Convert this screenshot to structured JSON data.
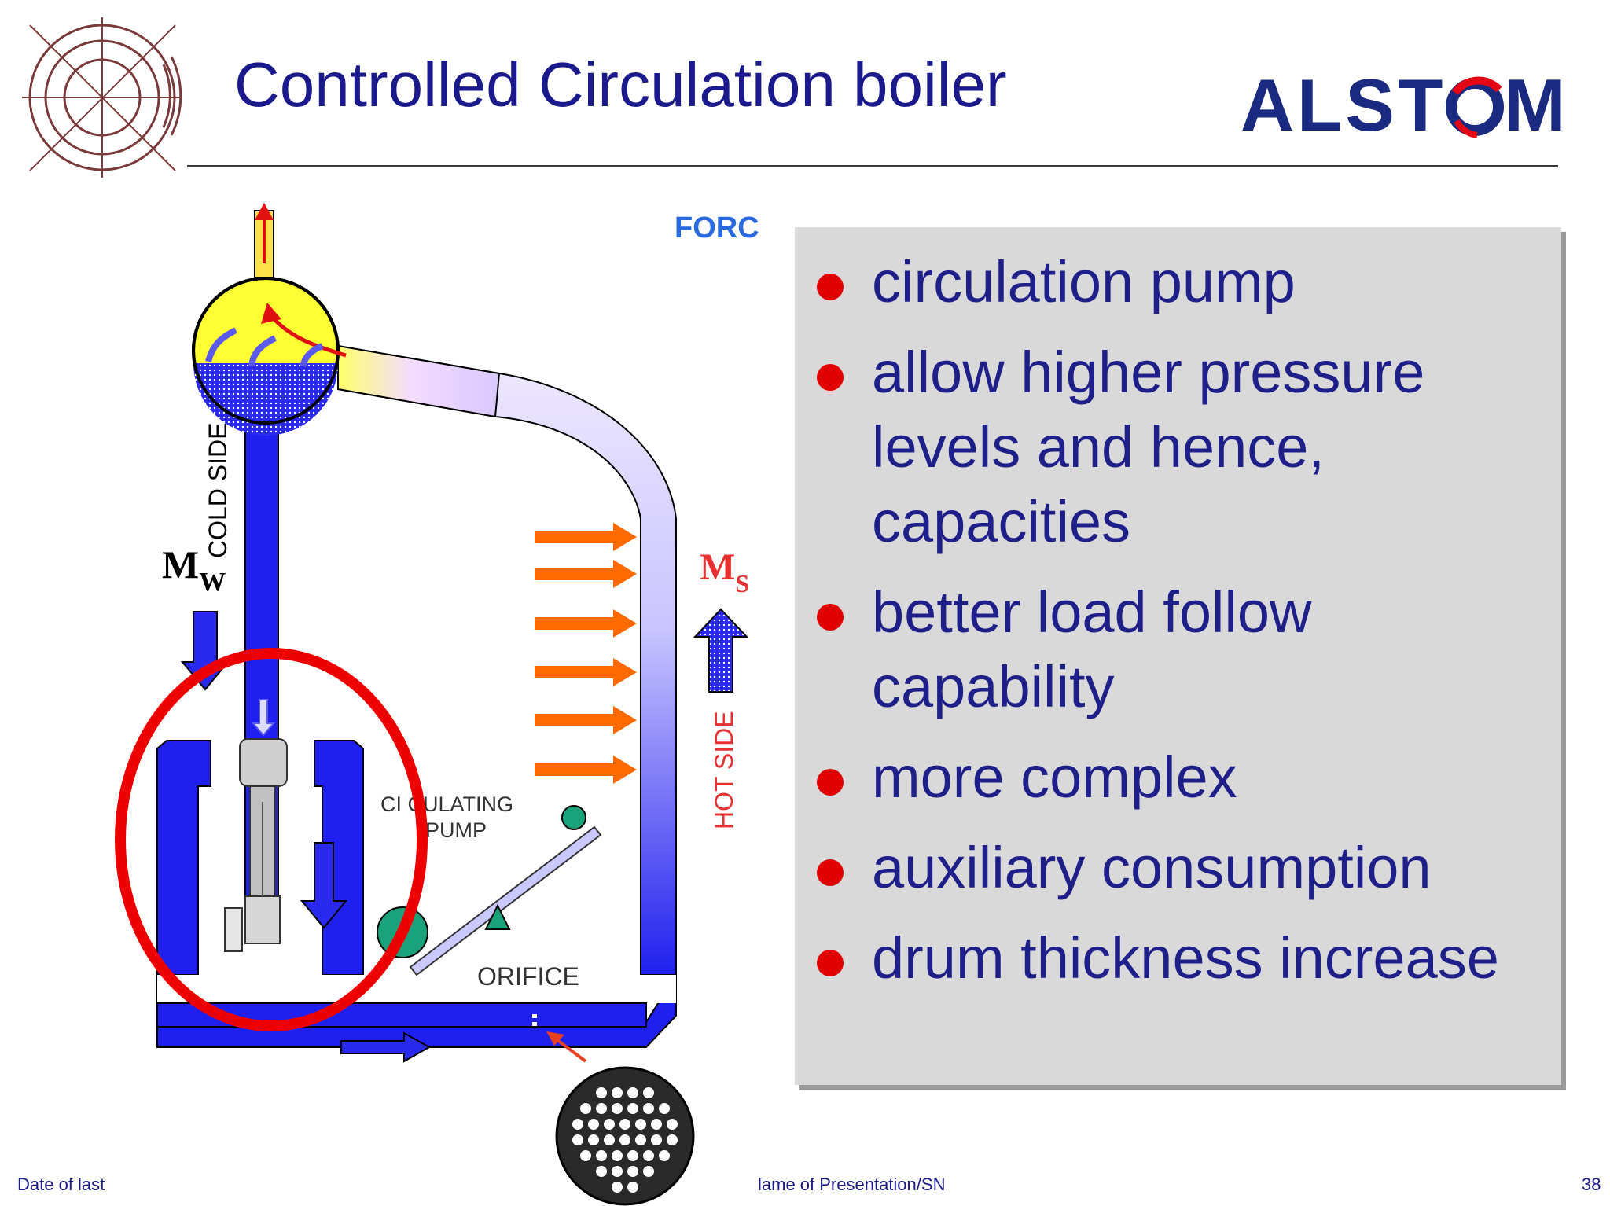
{
  "header": {
    "title": "Controlled Circulation boiler",
    "logo_text_left": "ALST",
    "logo_text_right": "M",
    "logo_colors": {
      "text": "#1a2a80",
      "accent": "#e30613"
    }
  },
  "diagram": {
    "labels": {
      "forced": "FORC",
      "cold_side": "COLD SIDE",
      "mw_main": "M",
      "mw_sub": "W",
      "ms_main": "M",
      "ms_sub": "S",
      "hot_side": "HOT SIDE",
      "circulating": "CI  CULATING",
      "pump": "PUMP",
      "orifice": "ORIFICE"
    },
    "colors": {
      "pipe": "#1a1aee",
      "heat_arrows": "#ff6a00",
      "highlight_circle": "#ee0000",
      "drum_steam": "#ffff33",
      "drum_water": "#2a2aee",
      "valve": "#1aa37a"
    }
  },
  "bullets": [
    "circulation pump",
    "allow higher pressure levels and hence, capacities",
    "better load follow capability",
    "more complex",
    "auxiliary consumption",
    "drum thickness increase"
  ],
  "footer": {
    "left": "Date of last",
    "center": "lame of Presentation/SN",
    "page": "38"
  }
}
